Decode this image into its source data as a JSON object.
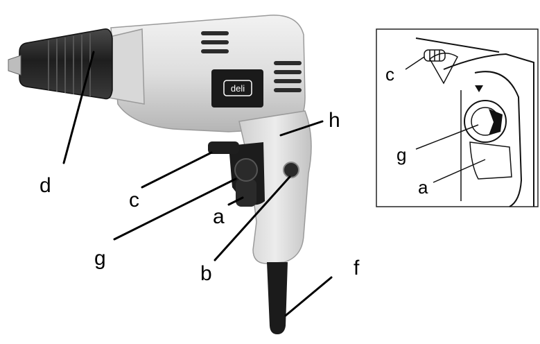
{
  "brand_logo": "deli",
  "main_labels": {
    "a": "a",
    "b": "b",
    "c": "c",
    "d": "d",
    "f": "f",
    "g": "g",
    "h": "h"
  },
  "inset_labels": {
    "c": "c",
    "g": "g",
    "a": "a"
  },
  "colors": {
    "body": "#e3e3e3",
    "body_shadow": "#b8b8b8",
    "dark": "#1c1c1c",
    "chuck": "#2a2a2a"
  }
}
